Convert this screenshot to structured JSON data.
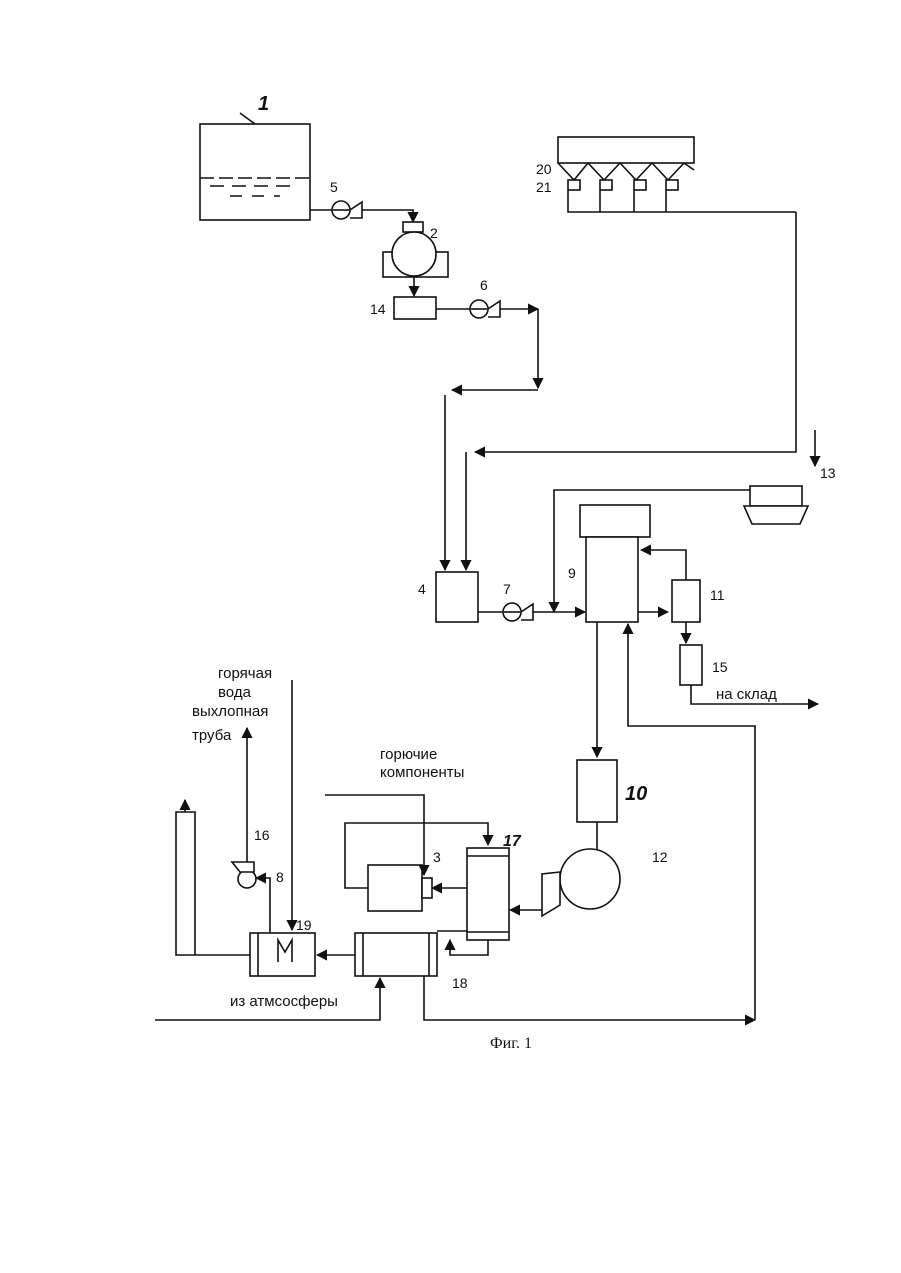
{
  "labels": {
    "n1": "1",
    "n2": "2",
    "n3": "3",
    "n4": "4",
    "n5": "5",
    "n6": "6",
    "n7": "7",
    "n8": "8",
    "n9": "9",
    "n10": "10",
    "n11": "11",
    "n12": "12",
    "n13": "13",
    "n14": "14",
    "n15": "15",
    "n16": "16",
    "n17": "17",
    "n18": "18",
    "n19": "19",
    "n20": "20",
    "n21": "21"
  },
  "texts": {
    "hot_water_1": "горячая",
    "hot_water_2": "вода",
    "exhaust_1": "выхлопная",
    "exhaust_2": "труба",
    "fuel_1": "горючие",
    "fuel_2": "компоненты",
    "warehouse": "на склад",
    "from_atmosphere": "из атмсосферы"
  },
  "caption": "Фиг. 1"
}
